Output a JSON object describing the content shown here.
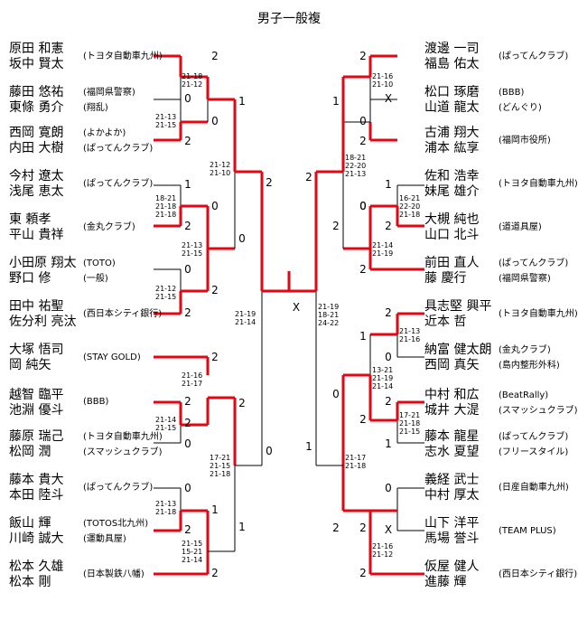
{
  "title": "男子一般複",
  "left_entries": [
    {
      "p1": "原田 和憲",
      "p2": "坂中 賢太",
      "club": "(トヨタ自動車九州)"
    },
    {
      "p1": "藤田 悠祐",
      "p2": "東條 勇介",
      "club": "(福岡県警察)",
      "club2": "(翔乱)"
    },
    {
      "p1": "西岡 寛朗",
      "p2": "内田 大樹",
      "club": "(よかよか)",
      "club2": "(ぱってんクラブ)"
    },
    {
      "p1": "今村 遼太",
      "p2": "浅尾 恵太",
      "club": "(ぱってんクラブ)"
    },
    {
      "p1": "東 頼孝",
      "p2": "平山 貴祥",
      "club": "(金丸クラブ)"
    },
    {
      "p1": "小田原 翔太",
      "p2": "野口 修",
      "club": "(TOTO)",
      "club2": "(一般)"
    },
    {
      "p1": "田中 祐聖",
      "p2": "佐分利 亮汰",
      "club": "(西日本シティ銀行)"
    },
    {
      "p1": "大塚 悟司",
      "p2": "岡 純矢",
      "club": "(STAY GOLD)"
    },
    {
      "p1": "越智 臨平",
      "p2": "池淵 優斗",
      "club": "(BBB)"
    },
    {
      "p1": "藤原 瑞己",
      "p2": "松岡 潤",
      "club": "(トヨタ自動車九州)",
      "club2": "(スマッシュクラブ)"
    },
    {
      "p1": "藤本 貴大",
      "p2": "本田 陸斗",
      "club": "(ぱってんクラブ)"
    },
    {
      "p1": "飯山 輝",
      "p2": "川崎 誠大",
      "club": "(TOTOS北九州)",
      "club2": "(運動具屋)"
    },
    {
      "p1": "松本 久雄",
      "p2": "松本 剛",
      "club": "(日本製鉄八幡)"
    }
  ],
  "right_entries": [
    {
      "p1": "渡邊 一司",
      "p2": "福島 佑太",
      "club": "(ぱってんクラブ)"
    },
    {
      "p1": "松口 琢磨",
      "p2": "山道 龍太",
      "club": "(BBB)",
      "club2": "(どんぐり)"
    },
    {
      "p1": "古浦 翔大",
      "p2": "浦本 紘享",
      "club": "(福岡市役所)"
    },
    {
      "p1": "佐和 浩幸",
      "p2": "妹尾 雄介",
      "club": "(トヨタ自動車九州)"
    },
    {
      "p1": "大槻 純也",
      "p2": "山口 北斗",
      "club": "(道道具屋)"
    },
    {
      "p1": "前田 直人",
      "p2": "藤 慶行",
      "club": "(ぱってんクラブ)",
      "club2": "(福岡県警察)"
    },
    {
      "p1": "具志堅 興平",
      "p2": "近本 哲",
      "club": "(トヨタ自動車九州)"
    },
    {
      "p1": "納富 健太朗",
      "p2": "西岡 真矢",
      "club": "(金丸クラブ)",
      "club2": "(島内整形外科)"
    },
    {
      "p1": "中村 和広",
      "p2": "城井 大湜",
      "club": "(BeatRally)",
      "club2": "(スマッシュクラブ)"
    },
    {
      "p1": "藤本 龍星",
      "p2": "志水 夏望",
      "club": "(ぱってんクラブ)",
      "club2": "(フリースタイル)"
    },
    {
      "p1": "義経 武士",
      "p2": "中村 厚太",
      "club": "(日産自動車九州)"
    },
    {
      "p1": "山下 洋平",
      "p2": "馬場 誉斗",
      "club": "(TEAM PLUS)"
    },
    {
      "p1": "仮屋 健人",
      "p2": "進藤 輝",
      "club": "(西日本シティ銀行)"
    }
  ],
  "scores": {
    "l": [
      "2",
      "0",
      "0",
      "2",
      "1",
      "0",
      "2",
      "0",
      "2",
      "0",
      "2",
      "1",
      "2",
      "2",
      "2",
      "2",
      "2",
      "0",
      "0",
      "2",
      "1",
      "0",
      "2",
      "1",
      "2"
    ],
    "r": [
      "2",
      "1",
      "X",
      "0",
      "2",
      "2",
      "0",
      "2",
      "2",
      "2",
      "1",
      "0",
      "2",
      "1",
      "0",
      "2",
      "1",
      "0",
      "2",
      "1",
      "X",
      "0",
      "2",
      "2",
      "2",
      "X"
    ]
  },
  "game_scores": {
    "l": [
      "21-18\n21-12",
      "21-13\n21-15",
      "21-12\n21-10",
      "18-21\n21-18\n21-18",
      "21-13\n21-15",
      "21-12\n21-15",
      "21-19\n21-14",
      "21-16\n21-17",
      "21-14\n21-15",
      "17-21\n21-15\n21-18",
      "21-13\n21-18",
      "21-15\n15-21\n21-14"
    ],
    "r": [
      "21-16\n21-10",
      "18-21\n22-20\n21-13",
      "16-21\n22-20\n21-18",
      "21-14\n21-19",
      "21-19\n18-21\n24-22",
      "21-13\n21-16",
      "13-21\n21-19\n21-14",
      "17-21\n21-18\n21-15",
      "21-17\n21-18",
      "21-16\n21-12"
    ]
  }
}
